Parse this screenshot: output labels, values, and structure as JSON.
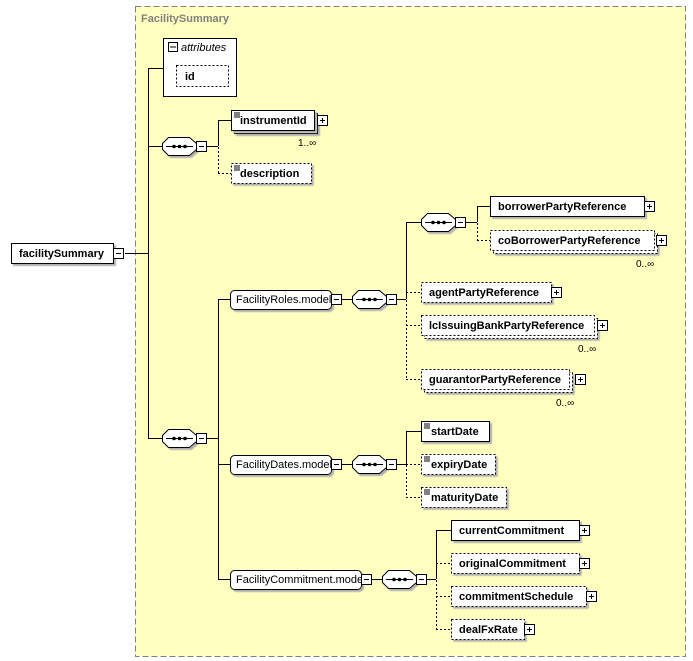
{
  "group": {
    "title": "FacilitySummary"
  },
  "root": {
    "label": "facilitySummary"
  },
  "attributes": {
    "title": "attributes",
    "items": [
      "id"
    ]
  },
  "elements": {
    "instrumentId": {
      "label": "instrumentId",
      "occurrence": "1..∞"
    },
    "description": {
      "label": "description"
    },
    "borrowerPartyReference": {
      "label": "borrowerPartyReference"
    },
    "coBorrowerPartyReference": {
      "label": "coBorrowerPartyReference",
      "occurrence": "0..∞"
    },
    "agentPartyReference": {
      "label": "agentPartyReference"
    },
    "lcIssuingBankPartyReference": {
      "label": "lcIssuingBankPartyReference",
      "occurrence": "0..∞"
    },
    "guarantorPartyReference": {
      "label": "guarantorPartyReference",
      "occurrence": "0..∞"
    },
    "startDate": {
      "label": "startDate"
    },
    "expiryDate": {
      "label": "expiryDate"
    },
    "maturityDate": {
      "label": "maturityDate"
    },
    "currentCommitment": {
      "label": "currentCommitment"
    },
    "originalCommitment": {
      "label": "originalCommitment"
    },
    "commitmentSchedule": {
      "label": "commitmentSchedule"
    },
    "dealFxRate": {
      "label": "dealFxRate"
    }
  },
  "models": {
    "facilityRoles": {
      "label": "FacilityRoles.model"
    },
    "facilityDates": {
      "label": "FacilityDates.model"
    },
    "facilityCommitment": {
      "label": "FacilityCommitment.model"
    }
  },
  "colors": {
    "background": "#ffffc0",
    "border": "#808080",
    "line": "#000000"
  }
}
